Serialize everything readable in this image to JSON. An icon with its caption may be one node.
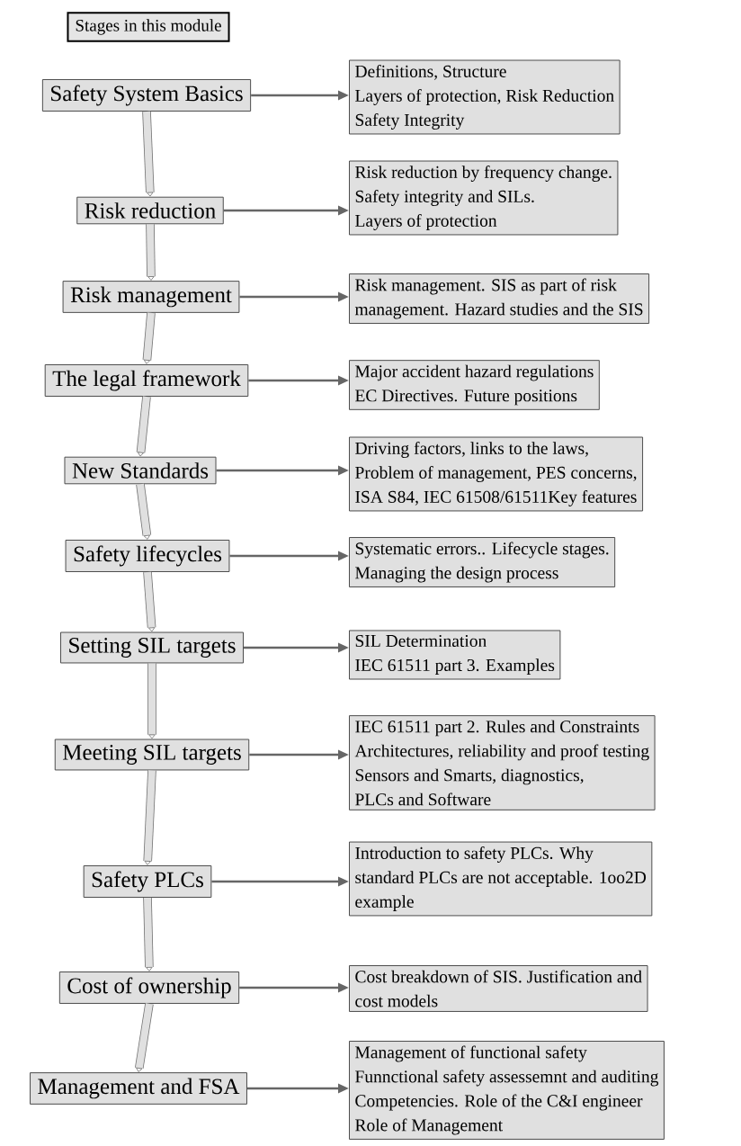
{
  "diagram": {
    "nodes": [
      {
        "text": [
          "Stages in this module"
        ]
      },
      {
        "text": [
          "Safety System Basics"
        ]
      },
      {
        "text": [
          "Definitions, Structure",
          "Layers of protection, Risk Reduction",
          "Safety Integrity"
        ]
      },
      {
        "text": [
          "Risk reduction"
        ]
      },
      {
        "text": [
          "Risk reduction by frequency change.",
          "Safety integrity and SILs.",
          "Layers of protection"
        ]
      },
      {
        "text": [
          "Risk management"
        ]
      },
      {
        "text": [
          "Risk management. SIS as part of risk",
          "management. Hazard studies and the SIS"
        ]
      },
      {
        "text": [
          "The legal framework"
        ]
      },
      {
        "text": [
          "Major accident hazard regulations",
          "EC Directives. Future positions"
        ]
      },
      {
        "text": [
          "New Standards"
        ]
      },
      {
        "text": [
          "Driving factors, links to the laws,",
          "Problem of management, PES concerns,",
          "ISA S84, IEC 61508/61511Key features"
        ]
      },
      {
        "text": [
          "Safety lifecycles"
        ]
      },
      {
        "text": [
          "Systematic errors.. Lifecycle stages.",
          "Managing the design process"
        ]
      },
      {
        "text": [
          "Setting SIL targets"
        ]
      },
      {
        "text": [
          "SIL Determination",
          "IEC 61511 part 3. Examples"
        ]
      },
      {
        "text": [
          "Meeting SIL targets"
        ]
      },
      {
        "text": [
          "IEC 61511 part 2. Rules and Constraints",
          "Architectures, reliability and proof testing",
          "Sensors and Smarts, diagnostics,",
          "PLCs and Software"
        ]
      },
      {
        "text": [
          "Safety PLCs"
        ]
      },
      {
        "text": [
          "Introduction to safety PLCs. Why",
          "standard PLCs are not acceptable. 1oo2D",
          "example"
        ]
      },
      {
        "text": [
          "Cost of ownership"
        ]
      },
      {
        "text": [
          "Cost breakdown of SIS. Justification and",
          "cost models"
        ]
      },
      {
        "text": [
          "Management and FSA"
        ]
      },
      {
        "text": [
          "Management of functional safety",
          "Funnctional safety assessemnt and auditing",
          "Competencies. Role of the C&I engineer",
          "Role of Management"
        ]
      }
    ],
    "edges": [
      {
        "from": 1,
        "to": 2,
        "arrow": "to"
      },
      {
        "from": 1,
        "to": 3,
        "arrow": "to",
        "style": "thick"
      },
      {
        "from": 3,
        "to": 4,
        "arrow": "to"
      },
      {
        "from": 3,
        "to": 5,
        "arrow": "to",
        "style": "thick"
      },
      {
        "from": 5,
        "to": 6,
        "arrow": "to"
      },
      {
        "from": 5,
        "to": 7,
        "arrow": "to",
        "style": "thick"
      },
      {
        "from": 7,
        "to": 8,
        "arrow": "to"
      },
      {
        "from": 7,
        "to": 9,
        "arrow": "to",
        "style": "thick"
      },
      {
        "from": 9,
        "to": 10,
        "arrow": "to"
      },
      {
        "from": 9,
        "to": 11,
        "arrow": "to",
        "style": "thick"
      },
      {
        "from": 11,
        "to": 12,
        "arrow": "to"
      },
      {
        "from": 11,
        "to": 13,
        "arrow": "to",
        "style": "thick"
      },
      {
        "from": 13,
        "to": 14,
        "arrow": "to"
      },
      {
        "from": 13,
        "to": 15,
        "arrow": "to",
        "style": "thick"
      },
      {
        "from": 15,
        "to": 16,
        "arrow": "to"
      },
      {
        "from": 15,
        "to": 17,
        "arrow": "to",
        "style": "thick"
      },
      {
        "from": 17,
        "to": 18,
        "arrow": "to"
      },
      {
        "from": 17,
        "to": 19,
        "arrow": "to",
        "style": "thick"
      },
      {
        "from": 19,
        "to": 20,
        "arrow": "to"
      },
      {
        "from": 19,
        "to": 21,
        "arrow": "to",
        "style": "thick"
      },
      {
        "from": 21,
        "to": 22,
        "arrow": "to"
      }
    ]
  }
}
